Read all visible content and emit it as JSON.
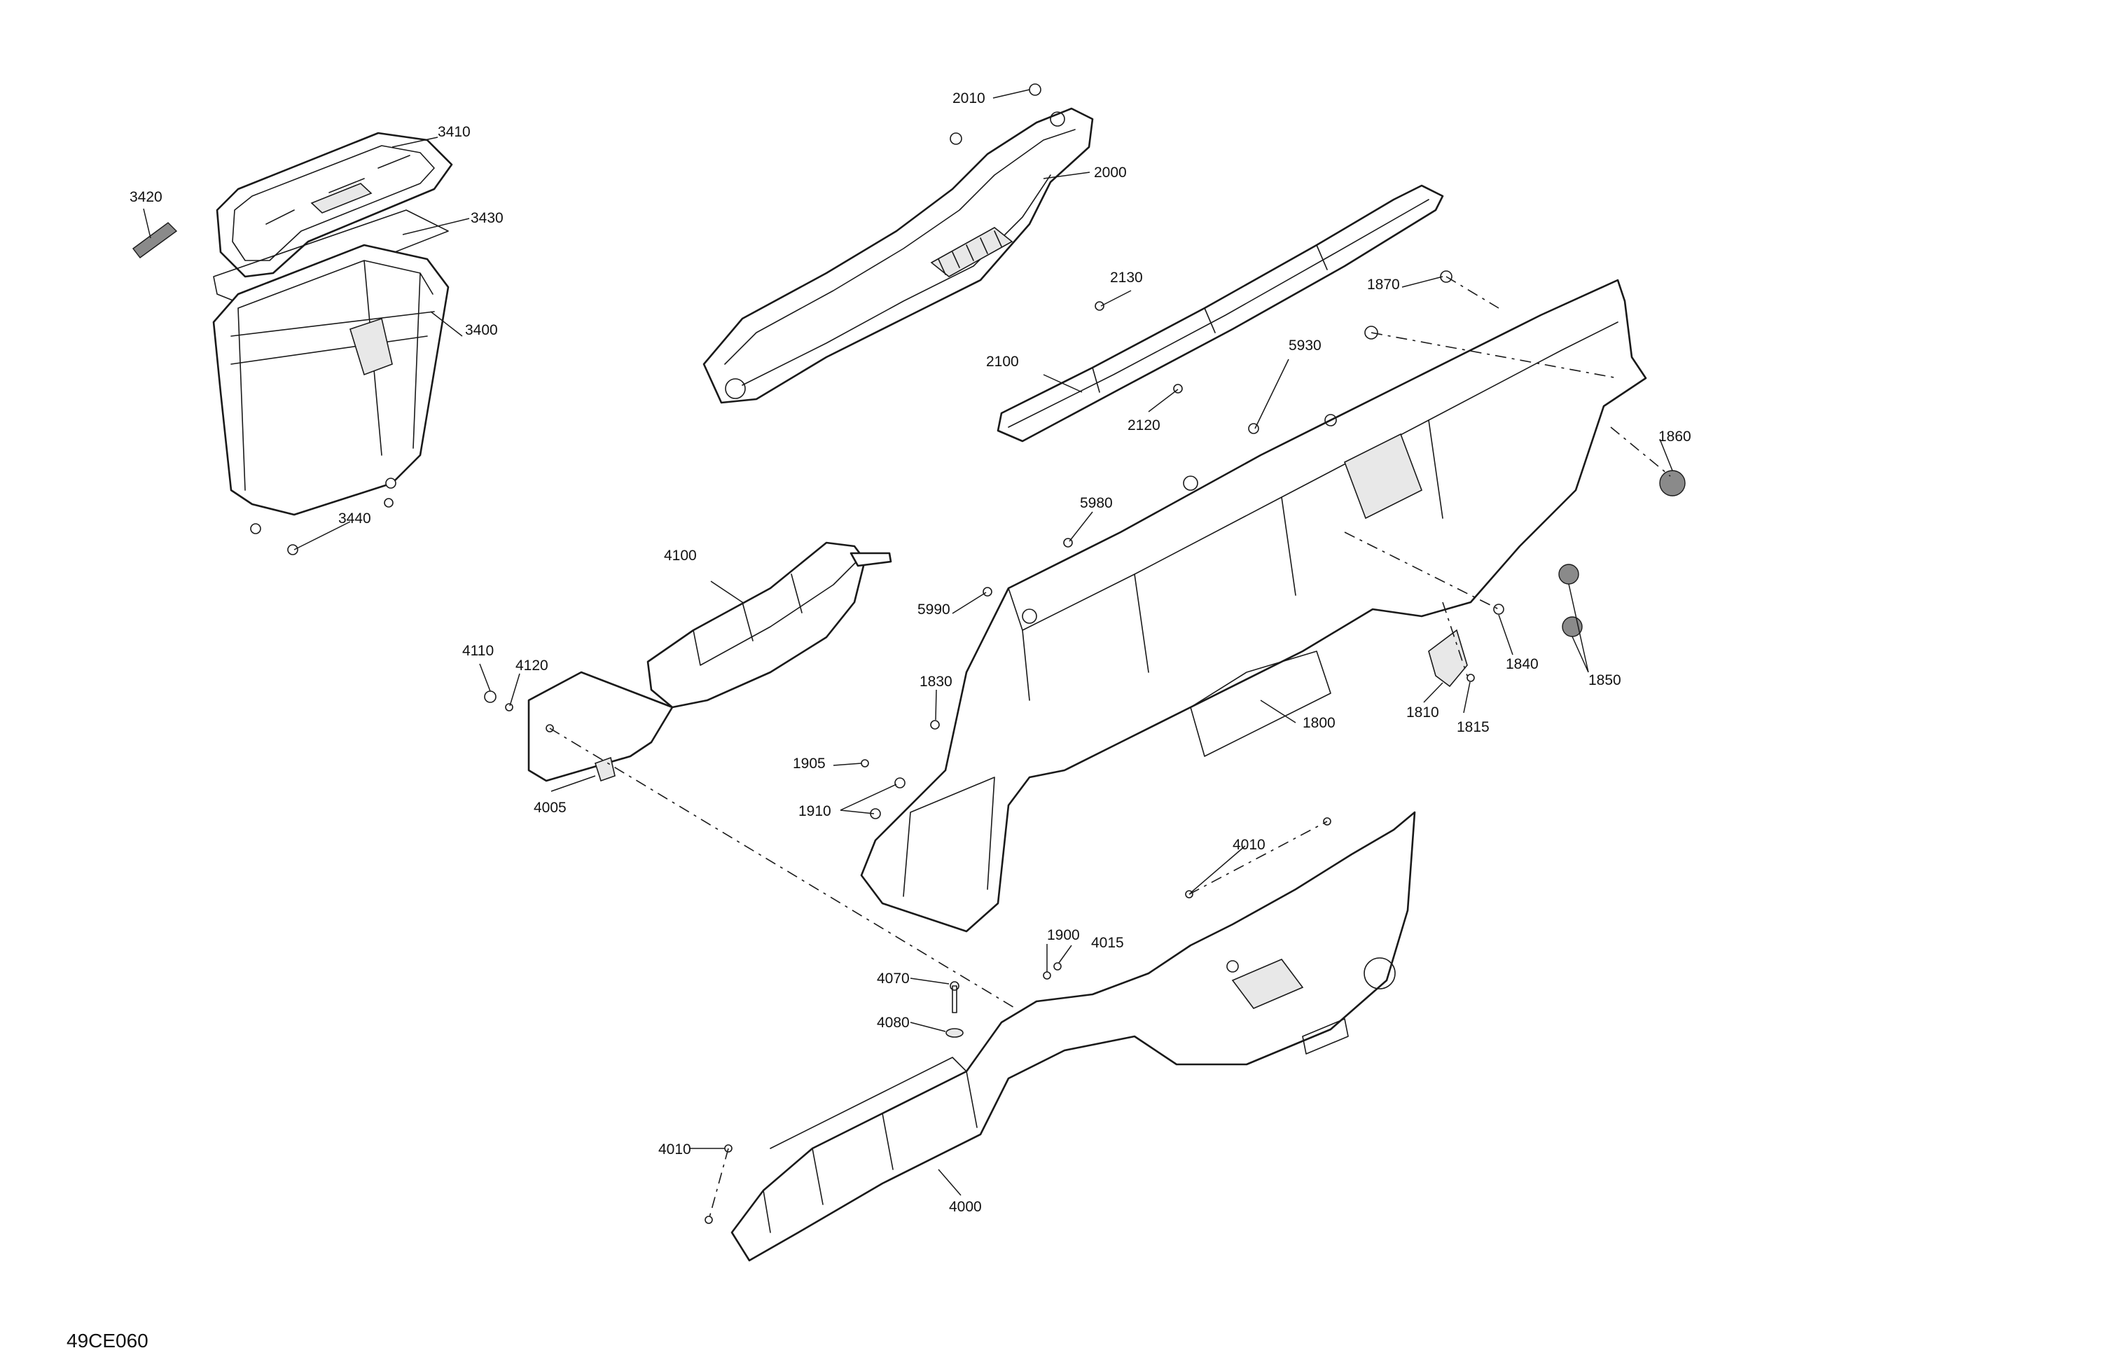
{
  "drawing_reference": "49CE060",
  "labels": {
    "3410": "3410",
    "3420": "3420",
    "3430": "3430",
    "3400": "3400",
    "3440": "3440",
    "2010": "2010",
    "2000": "2000",
    "2130": "2130",
    "2100": "2100",
    "2120": "2120",
    "1870": "1870",
    "5930": "5930",
    "1860": "1860",
    "5980": "5980",
    "4100": "4100",
    "5990": "5990",
    "1840": "1840",
    "1850": "1850",
    "4110": "4110",
    "4120": "4120",
    "1830": "1830",
    "1810": "1810",
    "1815": "1815",
    "1800": "1800",
    "4005": "4005",
    "1905": "1905",
    "1910": "1910",
    "4010a": "4010",
    "1900": "1900",
    "4015": "4015",
    "4070": "4070",
    "4080": "4080",
    "4010b": "4010",
    "4000": "4000"
  }
}
